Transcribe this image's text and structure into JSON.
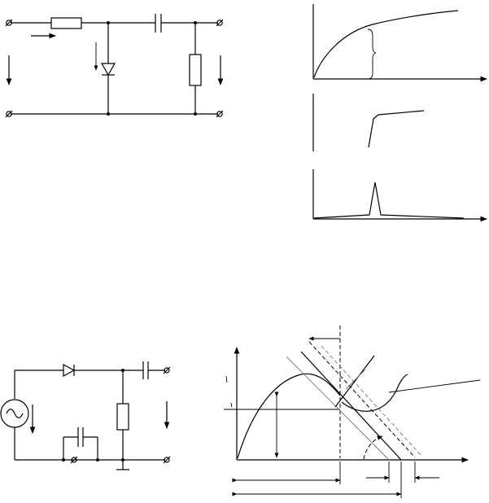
{
  "figure": {
    "panels": [
      "circuit-top-left",
      "graphs-top-right",
      "circuit-bottom-left",
      "graph-bottom-right"
    ],
    "icons": {
      "terminal": "terminal-icon",
      "resistor": "resistor-icon",
      "capacitor": "capacitor-icon",
      "diode": "diode-icon",
      "ac_source": "ac-source-icon",
      "ground": "ground-icon",
      "arrow": "arrow-icon"
    },
    "stroke_color": "#000000",
    "background": "#ffffff"
  }
}
